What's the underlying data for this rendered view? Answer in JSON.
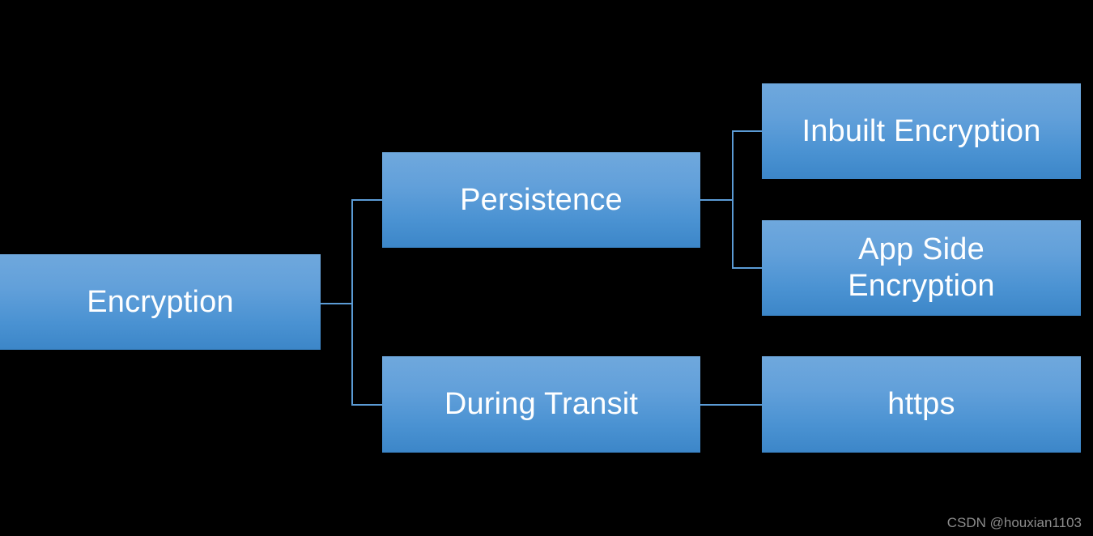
{
  "diagram": {
    "type": "hierarchy-tree",
    "orientation": "left-to-right",
    "background_color": "#000000",
    "node_fill_top": "#6FA8DD",
    "node_fill_bottom": "#3C86C8",
    "node_text_color": "#FFFFFF",
    "connector_color": "#5B9BD5",
    "root": {
      "id": "encryption",
      "label": "Encryption"
    },
    "level1": [
      {
        "id": "persistence",
        "label": "Persistence"
      },
      {
        "id": "during-transit",
        "label": "During Transit"
      }
    ],
    "level2": {
      "persistence": [
        {
          "id": "inbuilt-encryption",
          "label": "Inbuilt Encryption"
        },
        {
          "id": "app-side-encryption",
          "label": "App Side\nEncryption"
        }
      ],
      "during-transit": [
        {
          "id": "https",
          "label": "https"
        }
      ]
    }
  },
  "watermark": {
    "text": "CSDN @houxian1103",
    "color": "#8C8C8C"
  }
}
